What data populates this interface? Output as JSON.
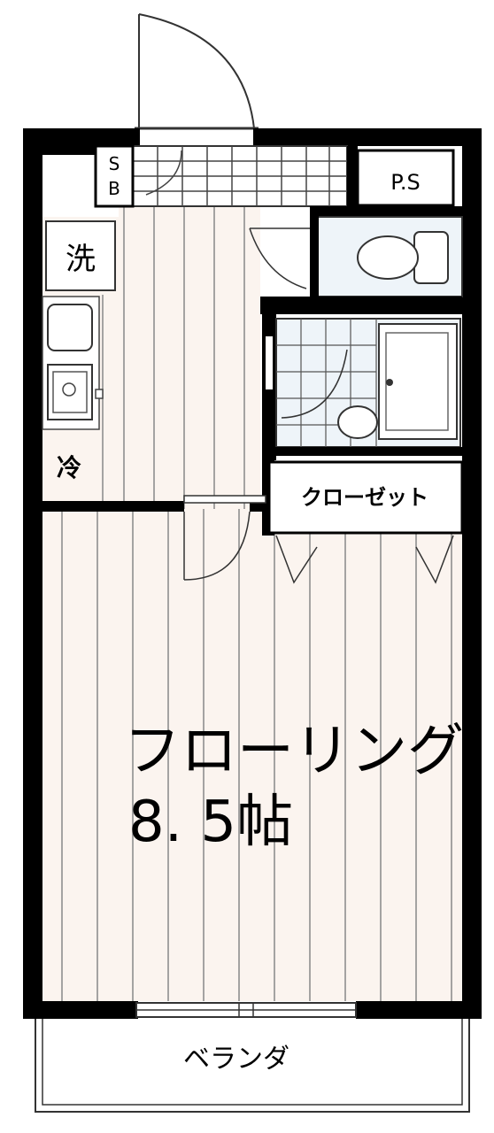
{
  "floor_plan": {
    "labels": {
      "shoe_box_s": "S",
      "shoe_box_b": "B",
      "pipe_space": "P.S",
      "washer": "洗",
      "fridge": "冷",
      "closet": "クローゼット",
      "main_room_name": "フローリング",
      "main_room_size": "8. 5帖",
      "balcony": "ベランダ"
    },
    "colors": {
      "wall": "#000000",
      "floor_fill": "#fbf4ef",
      "floor_lines": "#888888",
      "fixture_fill": "#eef4f9",
      "fixture_stroke": "#666666",
      "balcony_fill": "#ffffff"
    }
  }
}
